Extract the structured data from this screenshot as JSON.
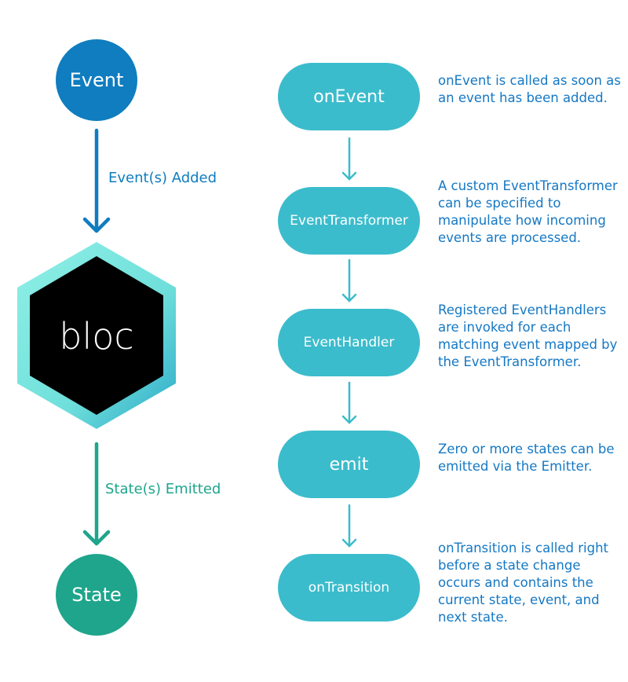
{
  "left": {
    "event_label": "Event",
    "added_label": "Event(s) Added",
    "bloc_label": "bloc",
    "emitted_label": "State(s) Emitted",
    "state_label": "State",
    "colors": {
      "event": "#0f7dbf",
      "state": "#1ea58c",
      "hex_outer": "#7ee6de",
      "hex_inner": "#000000"
    }
  },
  "steps": [
    {
      "label": "onEvent",
      "description": "onEvent is called as soon as an event has been added."
    },
    {
      "label": "EventTransformer",
      "description": "A custom EventTransformer can be specified to manipulate how incoming events are processed."
    },
    {
      "label": "EventHandler",
      "description": "Registered EventHandlers are invoked for each matching event mapped by the EventTransformer."
    },
    {
      "label": "emit",
      "description": "Zero or more states can be emitted via the Emitter."
    },
    {
      "label": "onTransition",
      "description": "onTransition is called right before a state change occurs and contains the current state, event, and next state."
    }
  ],
  "colors": {
    "pill": "#3bbccc",
    "description_text": "#1578c4"
  }
}
